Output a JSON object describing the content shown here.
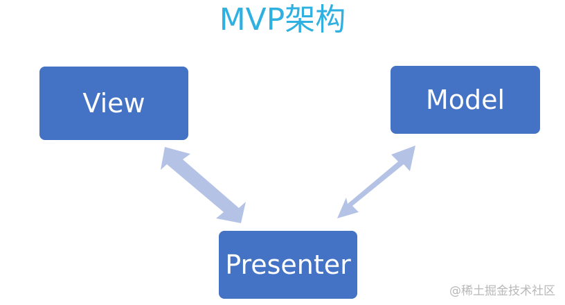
{
  "title": "MVP架构",
  "nodes": {
    "view": "View",
    "model": "Model",
    "presenter": "Presenter"
  },
  "watermark": "@稀土掘金技术社区",
  "colors": {
    "title": "#2fb0e1",
    "node_fill": "#4472c4",
    "node_text": "#ffffff",
    "arrow": "#b4c3e5"
  }
}
